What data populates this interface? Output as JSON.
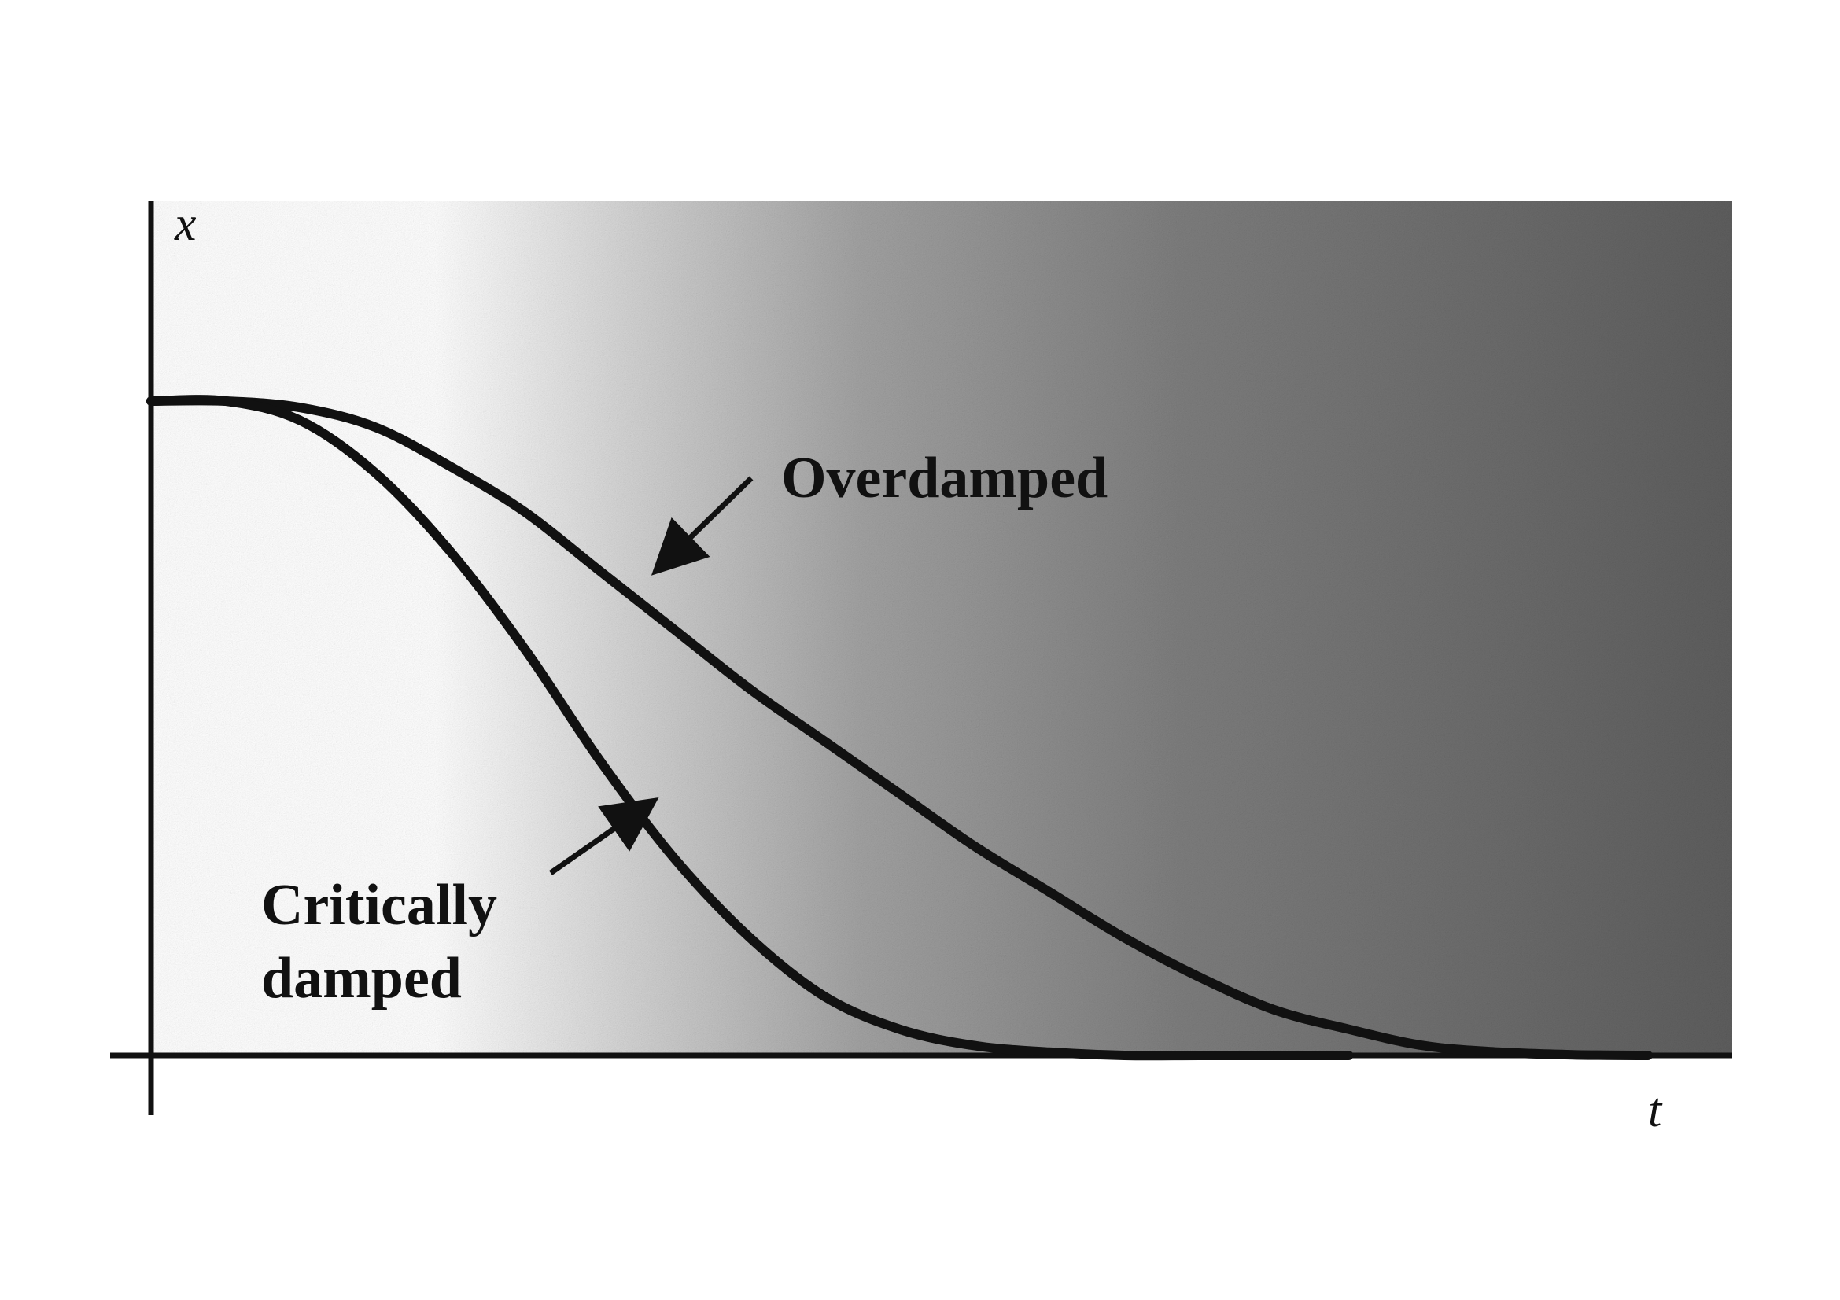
{
  "chart_data": {
    "type": "line",
    "xlabel": "t",
    "ylabel": "x",
    "xlim": [
      0,
      1
    ],
    "ylim": [
      0,
      1
    ],
    "grid": false,
    "legend": "none",
    "series": [
      {
        "name": "Overdamped",
        "x": [
          0,
          0.05,
          0.1,
          0.15,
          0.2,
          0.25,
          0.3,
          0.35,
          0.4,
          0.45,
          0.5,
          0.55,
          0.6,
          0.65,
          0.7,
          0.75,
          0.8,
          0.85,
          0.9,
          0.95,
          1.0
        ],
        "values": [
          1.0,
          1.0,
          0.99,
          0.96,
          0.9,
          0.83,
          0.74,
          0.65,
          0.56,
          0.48,
          0.4,
          0.32,
          0.25,
          0.18,
          0.12,
          0.07,
          0.04,
          0.015,
          0.005,
          0.001,
          0.0
        ]
      },
      {
        "name": "Critically damped",
        "x": [
          0,
          0.05,
          0.1,
          0.15,
          0.2,
          0.25,
          0.3,
          0.35,
          0.4,
          0.45,
          0.5,
          0.55,
          0.6,
          0.65,
          0.7,
          0.75,
          0.8
        ],
        "values": [
          1.0,
          1.0,
          0.97,
          0.89,
          0.77,
          0.62,
          0.45,
          0.3,
          0.18,
          0.09,
          0.04,
          0.015,
          0.005,
          0.0,
          0.0,
          0.0,
          0.0
        ]
      }
    ],
    "annotations": [
      {
        "text": "Overdamped",
        "series": "Overdamped"
      },
      {
        "text": "Critically",
        "series": "Critically damped"
      },
      {
        "text": "damped",
        "series": "Critically damped"
      }
    ],
    "colors": {
      "curve": "#111111",
      "axis": "#111111",
      "shade_light": "#ffffff",
      "shade_dark": "#5e5e5e"
    }
  }
}
